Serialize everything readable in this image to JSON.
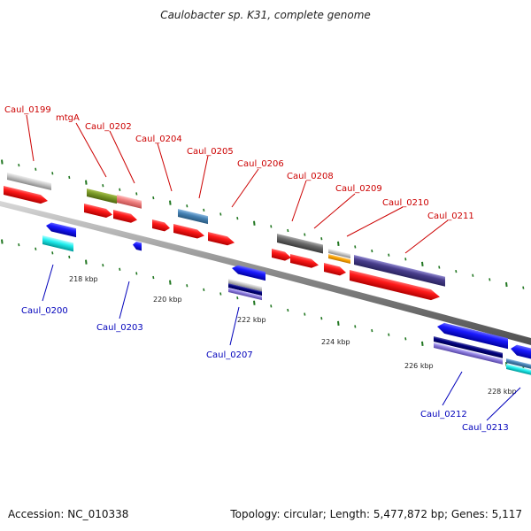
{
  "title": "Caulobacter sp. K31, complete genome",
  "footer": {
    "accession": "Accession: NC_010338",
    "summary": "Topology: circular; Length: 5,477,872 bp; Genes: 5,117"
  },
  "colors": {
    "label_top": "#cc0000",
    "label_bottom": "#0000bb",
    "tick": "#227722",
    "axis": "#888888"
  },
  "tick_labels": [
    "218 kbp",
    "220 kbp",
    "222 kbp",
    "224 kbp",
    "226 kbp",
    "228 kbp"
  ],
  "gene_labels": [
    {
      "name": "Caul_0199",
      "side": "top"
    },
    {
      "name": "mtgA",
      "side": "top"
    },
    {
      "name": "Caul_0202",
      "side": "top"
    },
    {
      "name": "Caul_0204",
      "side": "top"
    },
    {
      "name": "Caul_0205",
      "side": "top"
    },
    {
      "name": "Caul_0206",
      "side": "top"
    },
    {
      "name": "Caul_0208",
      "side": "top"
    },
    {
      "name": "Caul_0209",
      "side": "top"
    },
    {
      "name": "Caul_0210",
      "side": "top"
    },
    {
      "name": "Caul_0211",
      "side": "top"
    },
    {
      "name": "Caul_0200",
      "side": "bottom"
    },
    {
      "name": "Caul_0203",
      "side": "bottom"
    },
    {
      "name": "Caul_0207",
      "side": "bottom"
    },
    {
      "name": "Caul_0212",
      "side": "bottom"
    },
    {
      "name": "Caul_0213",
      "side": "bottom"
    }
  ]
}
